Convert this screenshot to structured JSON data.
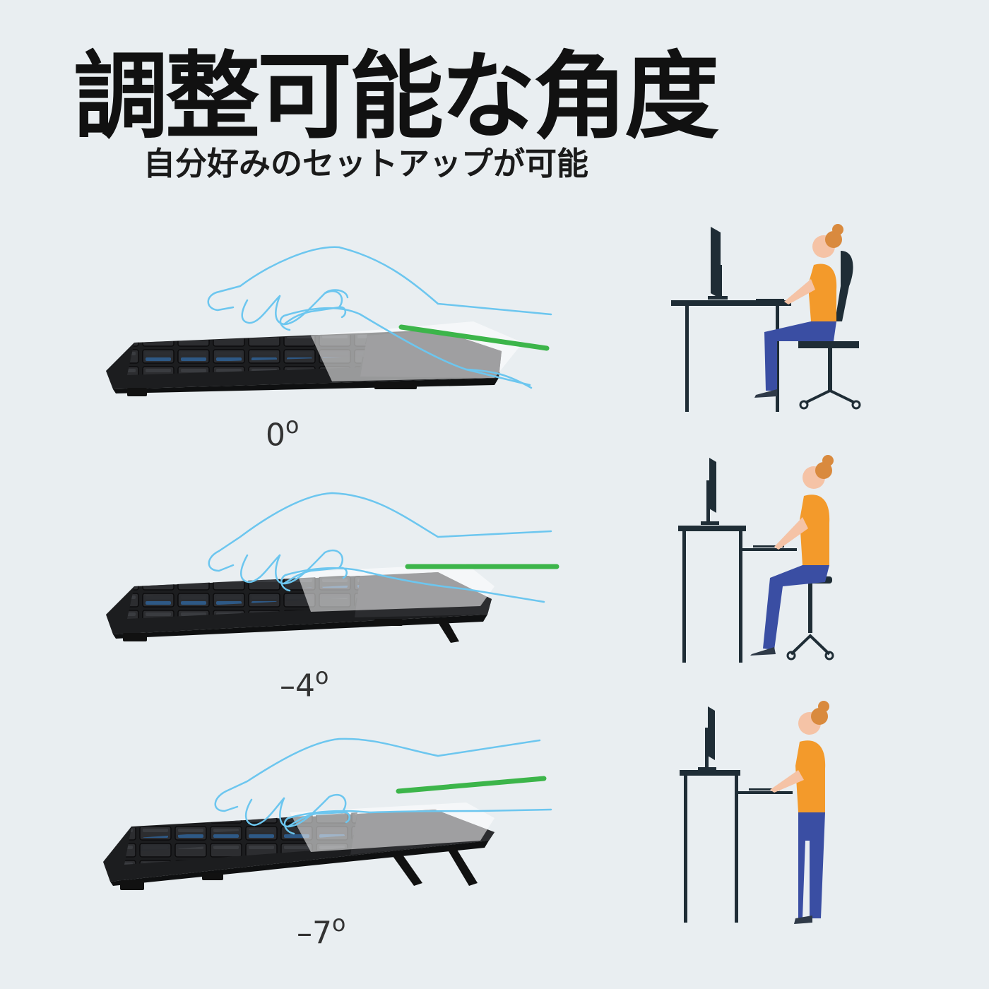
{
  "header": {
    "title": "調整可能な角度",
    "subtitle": "自分好みのセットアップが可能"
  },
  "angles": [
    {
      "value": "0",
      "unit": "o"
    },
    {
      "value": "–4",
      "unit": "o"
    },
    {
      "value": "–7",
      "unit": "o"
    }
  ],
  "colors": {
    "background": "#e9eef1",
    "hand_outline": "#6cc6ef",
    "angle_line": "#3cb54a",
    "keyboard": "#1c1d1f",
    "furniture": "#1f2d36",
    "shirt": "#f39a2b",
    "pants": "#3a4ea3",
    "skin": "#f5c3a6"
  }
}
